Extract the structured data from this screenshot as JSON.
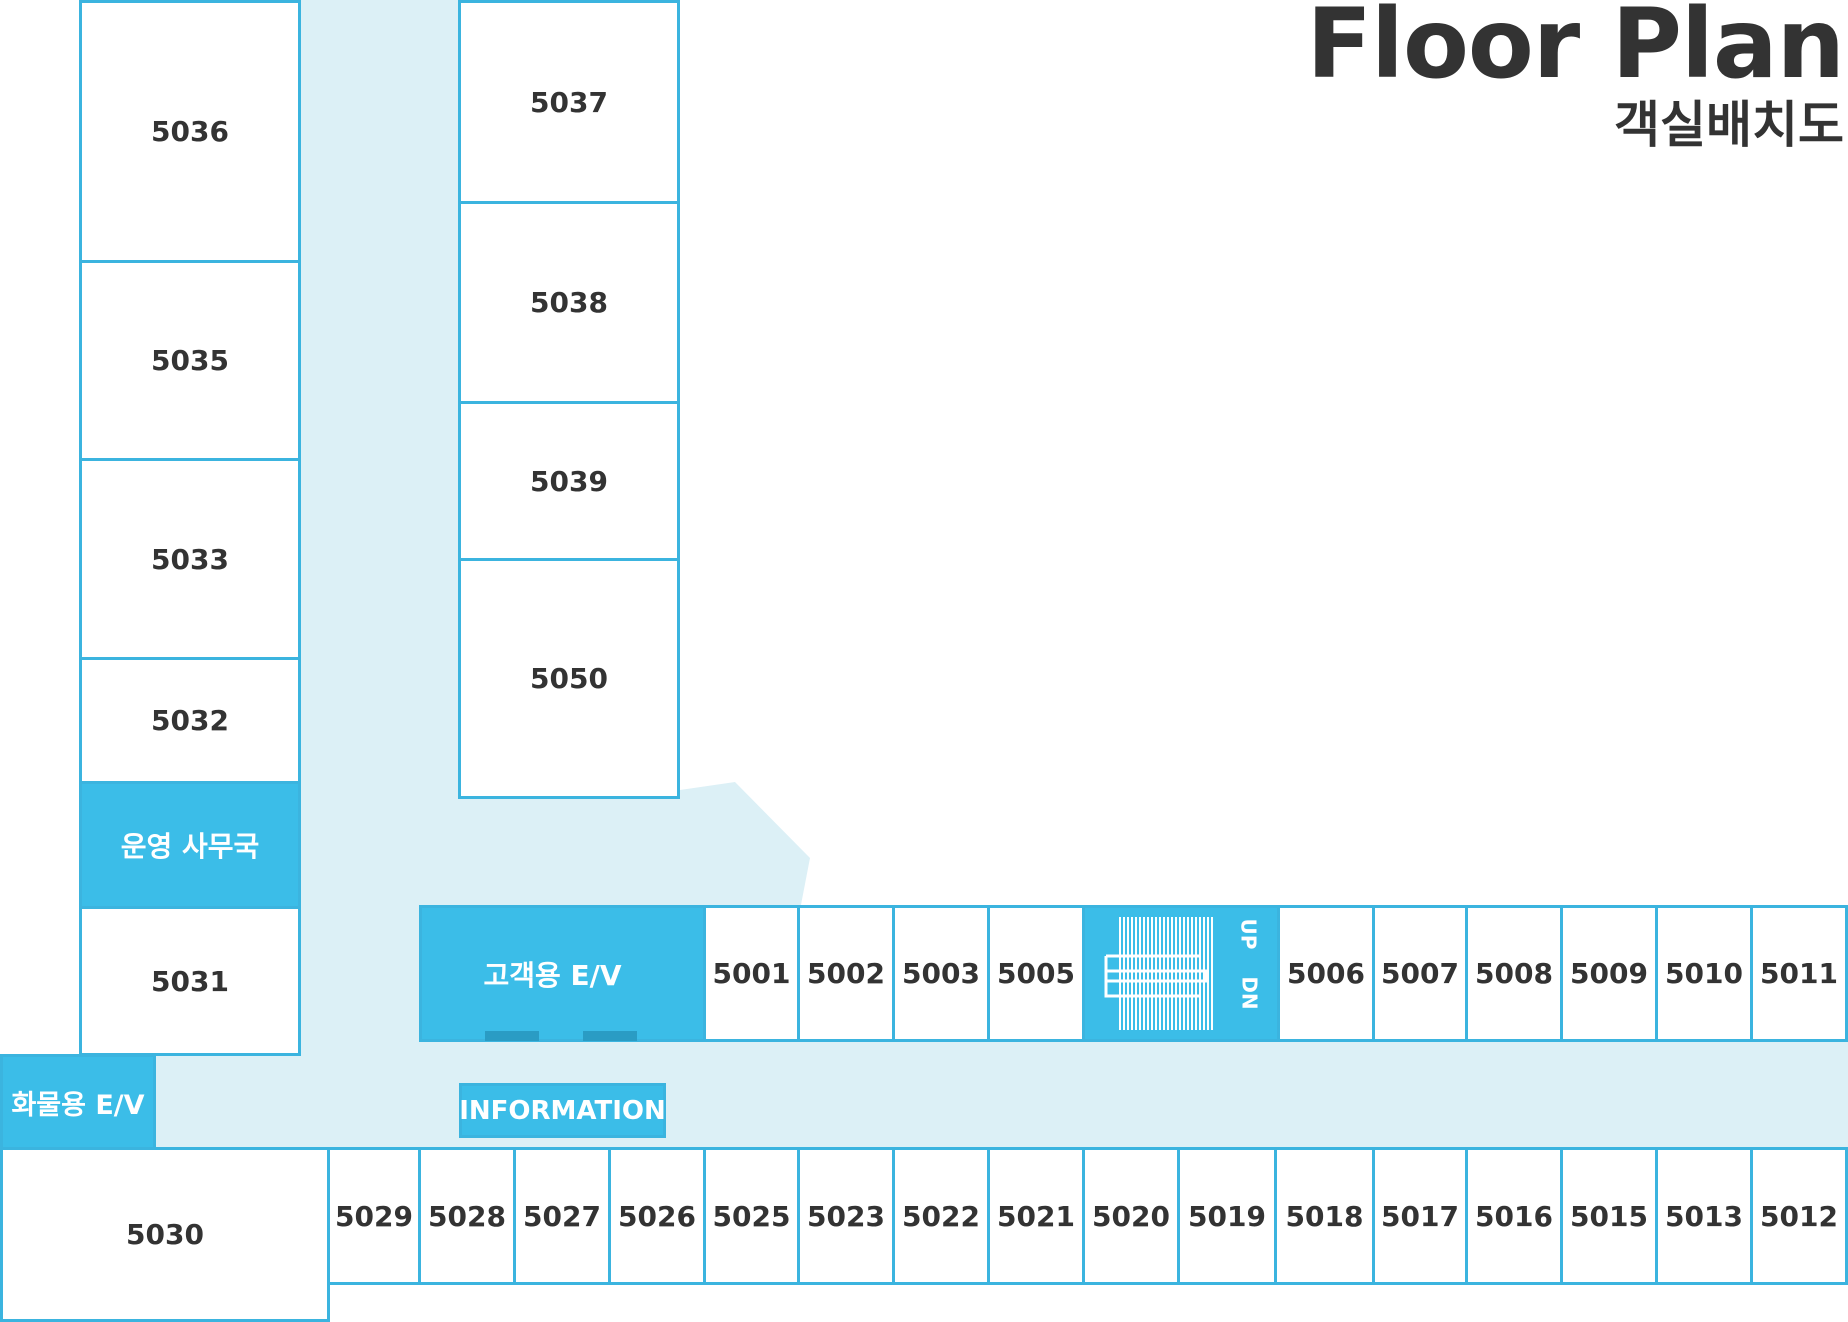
{
  "title": {
    "en": "Floor Plan",
    "ko": "객실배치도"
  },
  "colors": {
    "border": "#3bb4df",
    "service_fill": "#3bbde8",
    "corridor": "#dcf0f6",
    "text": "#333333"
  },
  "rooms": {
    "west_wing": [
      "5036",
      "5035",
      "5033",
      "5032",
      "5031"
    ],
    "center_wing": [
      "5037",
      "5038",
      "5039",
      "5050"
    ],
    "upper_row": [
      "5001",
      "5002",
      "5003",
      "5005",
      "5006",
      "5007",
      "5008",
      "5009",
      "5010",
      "5011"
    ],
    "lower_row": [
      "5030",
      "5029",
      "5028",
      "5027",
      "5026",
      "5025",
      "5023",
      "5022",
      "5021",
      "5020",
      "5019",
      "5018",
      "5017",
      "5016",
      "5015",
      "5013",
      "5012"
    ]
  },
  "facilities": {
    "office": "운영 사무국",
    "guest_elevator": "고객용 E/V",
    "freight_elevator": "화물용 E/V",
    "information": "INFORMATION",
    "stairs_up": "UP",
    "stairs_down": "DN"
  }
}
